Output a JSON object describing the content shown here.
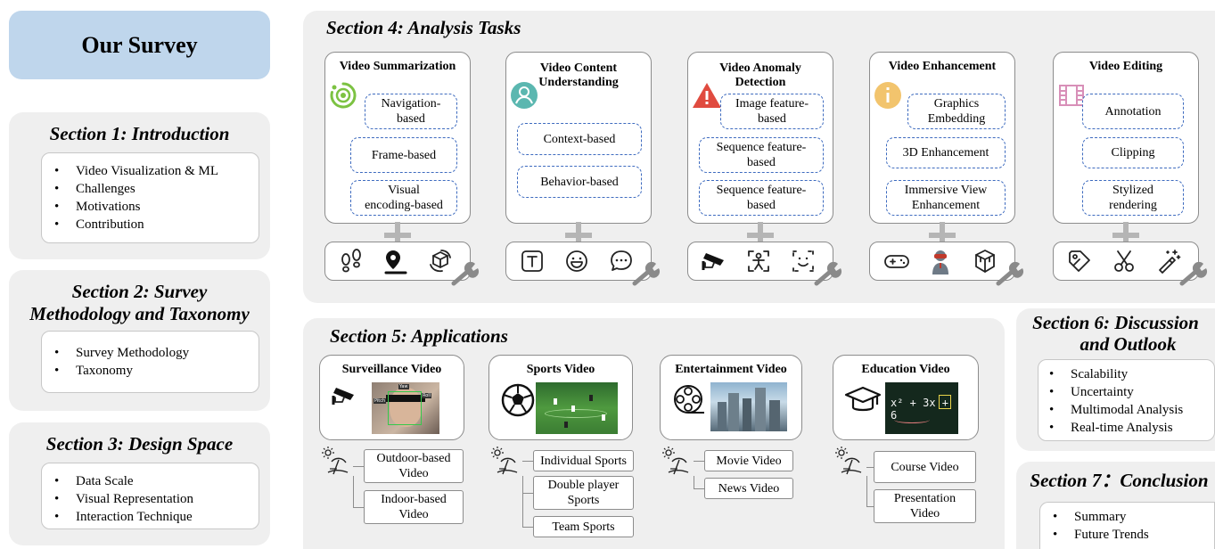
{
  "title": "Our Survey",
  "sections": {
    "s1": {
      "title": "Section 1: Introduction",
      "items": [
        "Video Visualization & ML",
        "Challenges",
        "Motivations",
        "Contribution"
      ]
    },
    "s2": {
      "title_line1": "Section 2: Survey",
      "title_line2": "Methodology and Taxonomy",
      "items": [
        "Survey Methodology",
        "Taxonomy"
      ]
    },
    "s3": {
      "title": "Section 3: Design Space",
      "items": [
        "Data Scale",
        "Visual Representation",
        "Interaction Technique"
      ]
    },
    "s4": {
      "title": "Section 4: Analysis Tasks"
    },
    "s5": {
      "title": "Section 5: Applications"
    },
    "s6": {
      "title_line1": "Section 6: Discussion",
      "title_line2": "and Outlook",
      "items": [
        "Scalability",
        "Uncertainty",
        "Multimodal Analysis",
        "Real-time Analysis"
      ]
    },
    "s7": {
      "title": "Section 7：Conclusion",
      "items": [
        "Summary",
        "Future Trends"
      ]
    }
  },
  "tasks": [
    {
      "title": "Video Summarization",
      "icon": "orbit-icon",
      "color": "#7cc242",
      "methods": [
        "Navigation-\nbased",
        "Frame-based",
        "Visual\nencoding-based"
      ],
      "tools": [
        "footprints-icon",
        "map-pin-icon",
        "3d-rotate-icon"
      ]
    },
    {
      "title": "Video Content\nUnderstanding",
      "icon": "person-icon",
      "color": "#5bb7b0",
      "methods": [
        "Context-based",
        "Behavior-based"
      ],
      "tools": [
        "text-icon",
        "smiley-icon",
        "chat-bubble-icon"
      ]
    },
    {
      "title": "Video Anomaly\nDetection",
      "icon": "warning-icon",
      "color": "#e04b3f",
      "methods": [
        "Image feature-\nbased",
        "Sequence feature-\nbased",
        "Sequence feature-\nbased"
      ],
      "tools": [
        "security-camera-icon",
        "person-scan-icon",
        "face-scan-icon"
      ]
    },
    {
      "title": "Video Enhancement",
      "icon": "info-icon",
      "color": "#f2c46d",
      "methods": [
        "Graphics\nEmbedding",
        "3D Enhancement",
        "Immersive View\nEnhancement"
      ],
      "tools": [
        "gamepad-icon",
        "vr-user-icon",
        "cube-icon"
      ]
    },
    {
      "title": "Video Editing",
      "icon": "film-icon",
      "color": "#d88fb8",
      "methods": [
        "Annotation",
        "Clipping",
        "Stylized\nrendering"
      ],
      "tools": [
        "tag-icon",
        "scissors-icon",
        "magic-wand-icon"
      ]
    }
  ],
  "applications": [
    {
      "title": "Surveillance Video",
      "icon": "security-camera-icon",
      "leaves": [
        "Outdoor-based\nVideo",
        "Indoor-based\nVideo"
      ]
    },
    {
      "title": "Sports Video",
      "icon": "soccer-ball-icon",
      "leaves": [
        "Individual Sports",
        "Double player\nSports",
        "Team Sports"
      ]
    },
    {
      "title": "Entertainment Video",
      "icon": "film-reel-icon",
      "leaves": [
        "Movie Video",
        "News Video"
      ]
    },
    {
      "title": "Education Video",
      "icon": "graduation-cap-icon",
      "leaves": [
        "Course Video",
        "Presentation\nVideo"
      ]
    }
  ],
  "photo_labels": {
    "surveillance_tags": [
      "Pitch",
      "Roll",
      "Yaw"
    ],
    "blackboard_formula": "x² + 3x + 6"
  }
}
